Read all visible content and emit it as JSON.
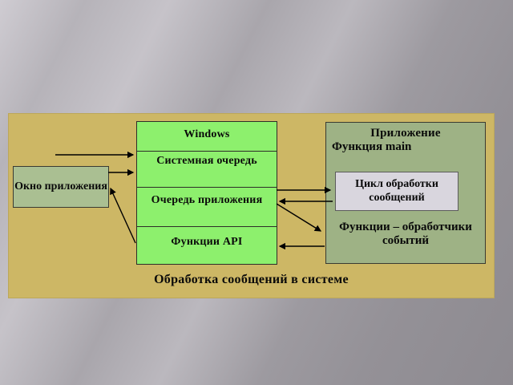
{
  "slide": {
    "title": "Обработка сообщений в системе"
  },
  "windows_box": {
    "header": "Windows",
    "rows": [
      "Системная очередь",
      "Очередь приложения",
      "Функции API"
    ]
  },
  "app_window_box": {
    "label": "Окно приложения"
  },
  "application_box": {
    "title": "Приложение",
    "function_main": "Функция main",
    "message_loop": "Цикл обработки сообщений",
    "event_handlers": "Функции – обработчики событий"
  },
  "colors": {
    "panel_bg": "#cdb765",
    "windows_box_bg": "#8df06d",
    "app_window_box_bg": "#aabf92",
    "application_box_bg": "#9eb285",
    "message_loop_bg": "#d9d6de",
    "arrow": "#000000",
    "background_gray": "#a9a6ac"
  }
}
